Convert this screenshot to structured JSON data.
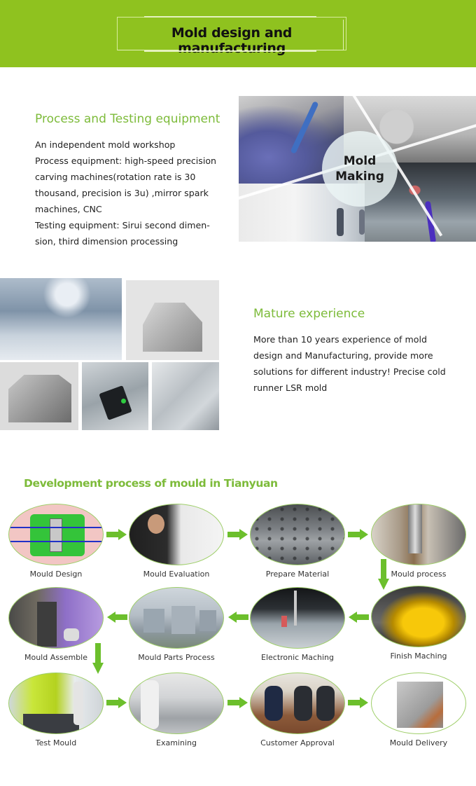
{
  "banner": {
    "title": "Mold design and manufacturing",
    "color": "#8fc21f"
  },
  "process_testing": {
    "heading": "Process and Testing equipment",
    "lines": [
      "An independent mold workshop",
      "Process equipment: high-speed precision",
      "carving machines(rotation rate is 30",
      "thousand, precision is 3u) ,mirror spark",
      "machines, CNC",
      "Testing equipment: Sirui second dimen-",
      "sion, third dimension processing"
    ],
    "collage": {
      "overlay_line1": "Mold",
      "overlay_line2": "Making"
    }
  },
  "mature_experience": {
    "heading": "Mature experience",
    "lines": [
      "More than 10 years experience of mold",
      "design and Manufacturing, provide more",
      "solutions for different industry! Precise cold",
      "runner LSR mold"
    ]
  },
  "development_process": {
    "heading": "Development process of  mould in Tianyuan",
    "steps": [
      {
        "label": "Mould Design"
      },
      {
        "label": "Mould Evaluation"
      },
      {
        "label": "Prepare Material"
      },
      {
        "label": "Mould process"
      },
      {
        "label": "Finish Maching"
      },
      {
        "label": "Electronic Maching"
      },
      {
        "label": "Mould Parts Process"
      },
      {
        "label": "Mould Assemble"
      },
      {
        "label": "Test Mould"
      },
      {
        "label": "Examining"
      },
      {
        "label": "Customer Approval"
      },
      {
        "label": "Mould Delivery"
      }
    ],
    "accent_color": "#6cbf2c",
    "heading_color": "#7dbb3a"
  }
}
